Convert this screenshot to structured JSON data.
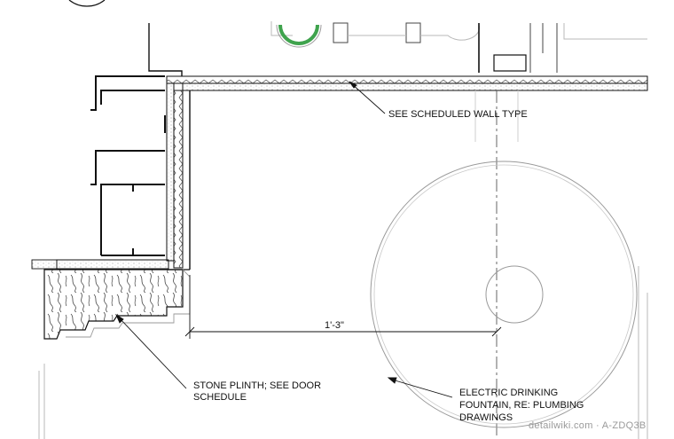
{
  "annotations": {
    "wall_type": "SEE SCHEDULED WALL TYPE",
    "dimension": "1'-3\"",
    "plinth_line1": "STONE PLINTH; SEE DOOR",
    "plinth_line2": "SCHEDULE",
    "fountain_line1": "ELECTRIC DRINKING",
    "fountain_line2": "FOUNTAIN, RE: PLUMBING",
    "fountain_line3": "DRAWINGS"
  },
  "watermark": "detailwiki.com · A-ZDQ3B",
  "colors": {
    "line": "#111111",
    "fine_line": "#8a8a8a",
    "light_line": "#b8b8b8",
    "accent": "#3fa34d",
    "paper": "#ffffff"
  }
}
